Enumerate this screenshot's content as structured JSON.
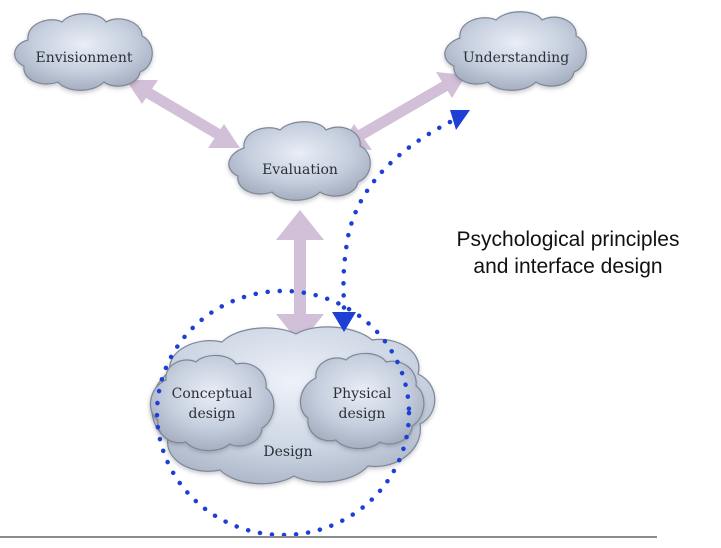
{
  "nodes": {
    "envisionment": "Envisionment",
    "understanding": "Understanding",
    "evaluation": "Evaluation",
    "design": "Design",
    "conceptual_design": [
      "Conceptual",
      "design"
    ],
    "physical_design": [
      "Physical",
      "design"
    ]
  },
  "annotation": {
    "line1": "Psychological principles",
    "line2": "and interface design"
  },
  "colors": {
    "arrow": "#d2c0d8",
    "dotted": "#1d3fd6",
    "cloud_fill": "#c3cbdb",
    "cloud_outline": "#7f8796",
    "text": "#2b2f38"
  }
}
